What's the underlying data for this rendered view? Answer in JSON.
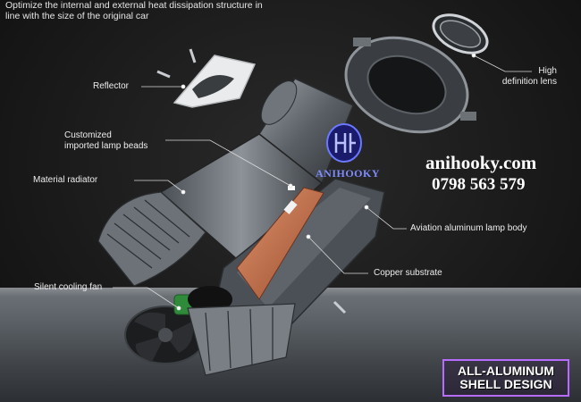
{
  "headline": "Optimize the internal and external heat dissipation structure in\nline with the size of the original car",
  "labels": {
    "reflector": "Reflector",
    "high_definition_lens": "High\ndefinition lens",
    "lamp_beads": "Customized\nimported lamp beads",
    "material_radiator": "Material radiator",
    "aviation_body": "Aviation aluminum lamp body",
    "copper_substrate": "Copper substrate",
    "cooling_fan": "Silent cooling fan"
  },
  "watermark": {
    "brand": "ANIHOOKY",
    "website": "anihooky.com",
    "phone": "0798 563 579"
  },
  "badge": {
    "line1": "ALL-ALUMINUM",
    "line2": "SHELL DESIGN"
  },
  "colors": {
    "copper": "#c8714a",
    "badge_border": "#b76cff",
    "brand_blue": "#7f8cff"
  }
}
